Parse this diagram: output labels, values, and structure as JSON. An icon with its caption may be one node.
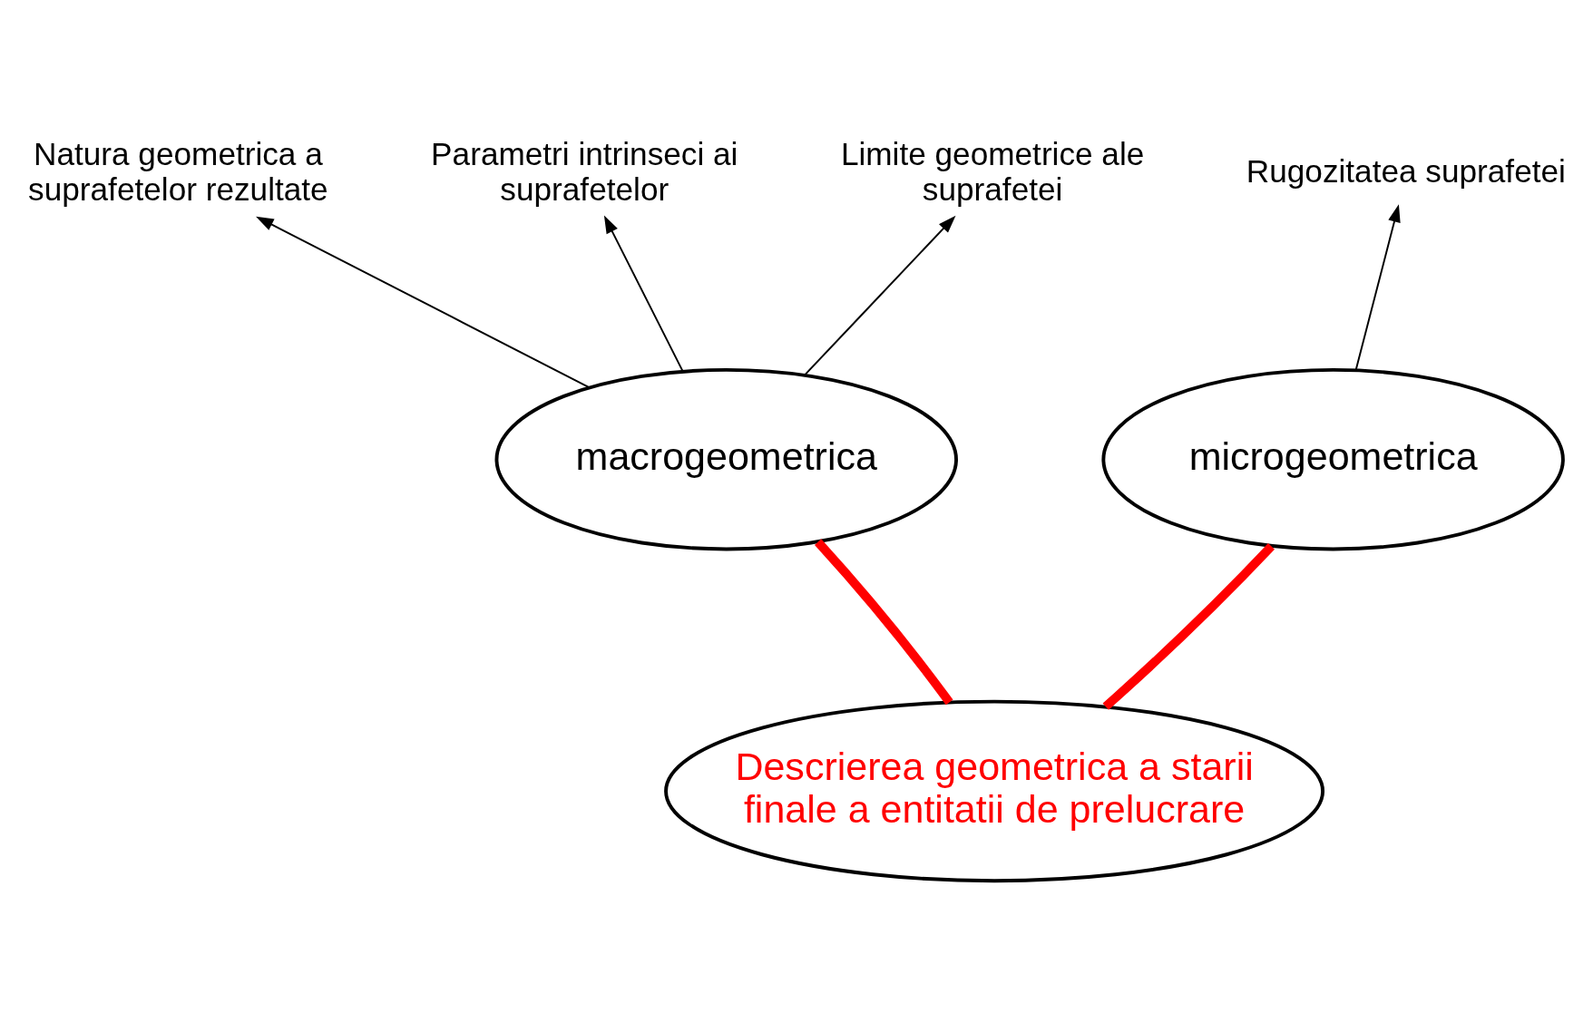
{
  "diagram": {
    "nodes": [
      {
        "text": [
          "macrogeometrica"
        ]
      },
      {
        "text": [
          "microgeometrica"
        ]
      },
      {
        "text": [
          "Descrierea geometrica a starii finale a entitatii de prelucrare"
        ]
      },
      {
        "text": [
          "Natura geometrica a suprafetelor rezultate"
        ]
      },
      {
        "text": [
          "Parametri intrinseci ai suprafetelor"
        ]
      },
      {
        "text": [
          "Limite geometrice ale suprafetei"
        ]
      },
      {
        "text": [
          "Rugozitatea suprafetei"
        ]
      }
    ],
    "edges": [
      {
        "from": 0,
        "to": 3,
        "arrow": "to"
      },
      {
        "from": 0,
        "to": 4,
        "arrow": "to"
      },
      {
        "from": 0,
        "to": 5,
        "arrow": "to"
      },
      {
        "from": 1,
        "to": 6,
        "arrow": "to"
      },
      {
        "from": 0,
        "to": 2,
        "arrow": "none",
        "style": "thick",
        "color": "#ff0000"
      },
      {
        "from": 1,
        "to": 2,
        "arrow": "none",
        "style": "thick",
        "color": "#ff0000"
      }
    ]
  }
}
